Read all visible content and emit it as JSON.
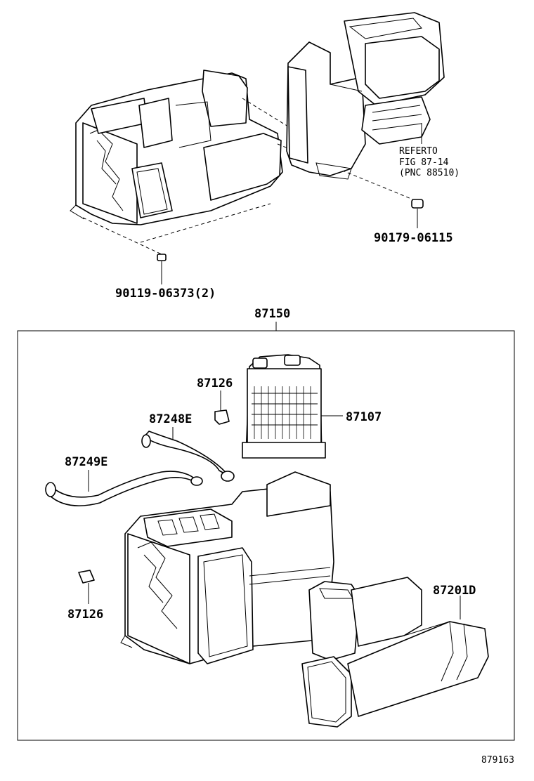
{
  "labels": {
    "clip_lower": "90119-06373(2)",
    "clip_right": "90179-06115",
    "refer_line1": "REFERTO",
    "refer_line2": "FIG 87-14",
    "refer_line3": "(PNC 88510)",
    "assembly": "87150",
    "clip_top": "87126",
    "core": "87107",
    "hose_upper": "87248E",
    "hose_lower": "87249E",
    "clip_left": "87126",
    "duct": "87201D",
    "diagram_id": "879163"
  }
}
